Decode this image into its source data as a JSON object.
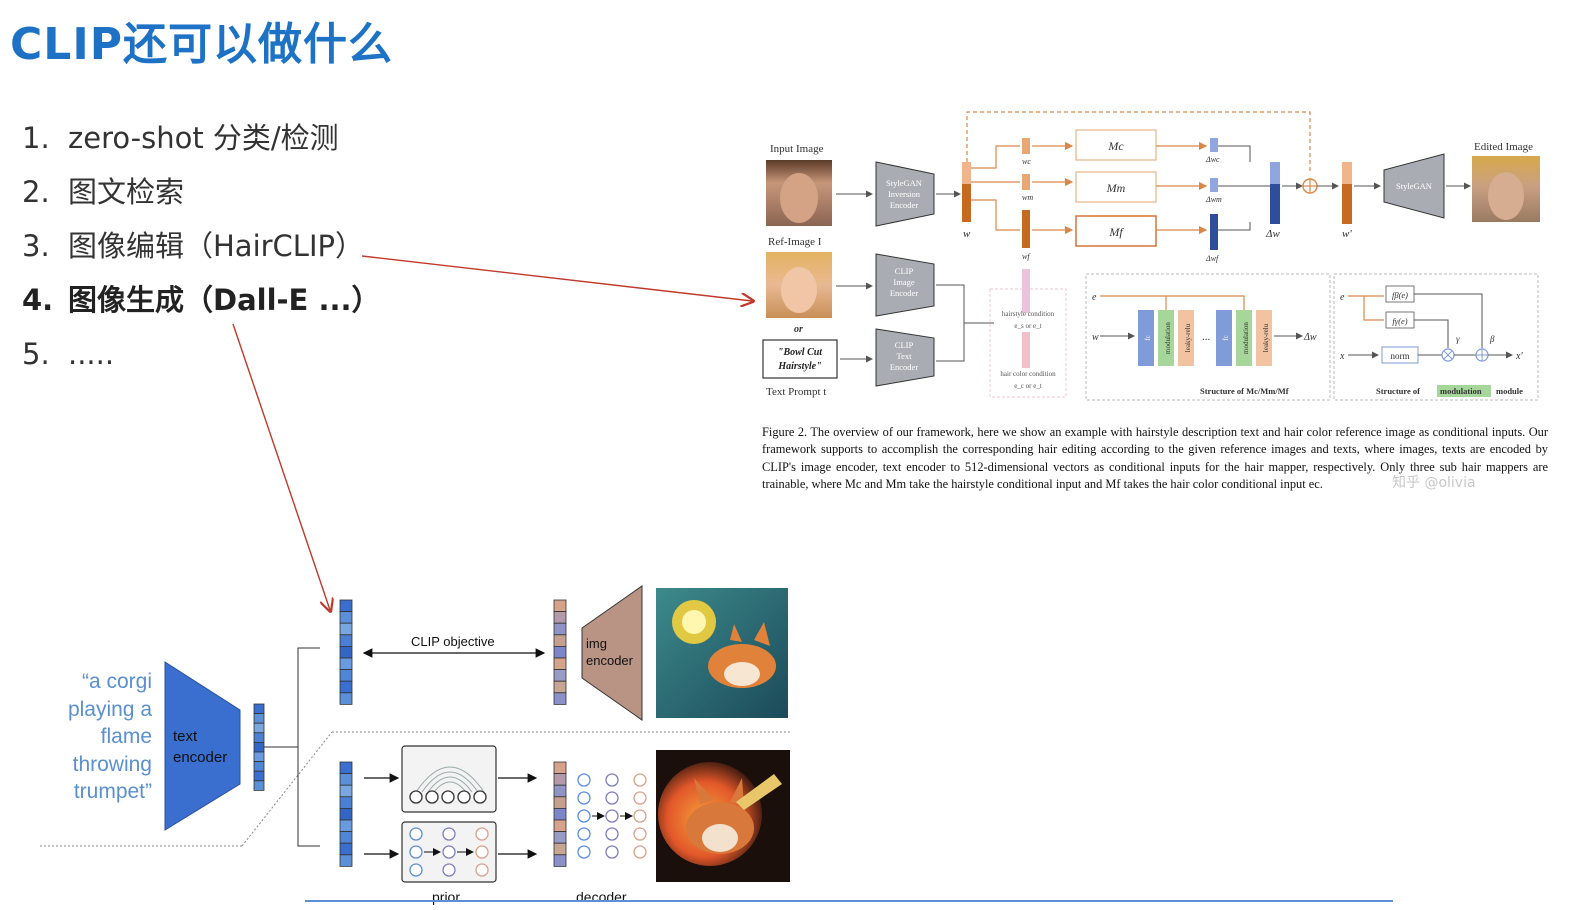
{
  "slide": {
    "title": "CLIP还可以做什么",
    "items": [
      {
        "num": "1.",
        "text": "zero-shot 分类/检测"
      },
      {
        "num": "2.",
        "text": "图文检索"
      },
      {
        "num": "3.",
        "text": "图像编辑（HairCLIP）"
      },
      {
        "num": "4.",
        "text": "图像生成（Dall-E ...）"
      },
      {
        "num": "5.",
        "text": "....."
      }
    ],
    "colors": {
      "title": "#1d72c6",
      "arrow": "#c0392b",
      "accent_blue": "#3a6fd0"
    }
  },
  "hairclip": {
    "input_image": "Input Image",
    "ref_image": "Ref-Image I",
    "or": "or",
    "text_prompt_1": "\"Bowl Cut",
    "text_prompt_2": "Hairstyle\"",
    "text_prompt_label": "Text Prompt t",
    "stylegan_inv_1": "StyleGAN",
    "stylegan_inv_2": "Inversion",
    "stylegan_inv_3": "Encoder",
    "clip_img_1": "CLIP",
    "clip_img_2": "Image",
    "clip_img_3": "Encoder",
    "clip_txt_1": "CLIP",
    "clip_txt_2": "Text",
    "clip_txt_3": "Encoder",
    "w": "w",
    "wc": "wc",
    "wm": "wm",
    "wf": "wf",
    "mc": "Mc",
    "mm": "Mm",
    "mf": "Mf",
    "dwc": "Δwc",
    "dwm": "Δwm",
    "dwf": "Δwf",
    "dw": "Δw",
    "wprime": "w'",
    "stylegan": "StyleGAN",
    "edited_image": "Edited Image",
    "hairstyle_cond": "hairstyle condition",
    "hairstyle_cond_2": "e_s or e_t",
    "haircolor_cond": "hair color condition",
    "haircolor_cond_2": "e_c or e_t",
    "struct_mapper": "Structure of  Mc/Mm/Mf",
    "struct_mod_pre": "Structure of",
    "struct_mod_hl": "modulation",
    "struct_mod_post": "module",
    "fc": "fc",
    "modulation": "modulation",
    "leaky": "leaky-relu",
    "dots": "...",
    "e": "e",
    "x": "x",
    "xprime": "x'",
    "norm": "norm",
    "fbeta": "fβ(e)",
    "fgamma": "fγ(e)",
    "gamma": "γ",
    "beta": "β",
    "caption": "Figure 2.  The overview of our framework, here we show an example with hairstyle description text and hair color reference image as conditional inputs. Our framework supports to accomplish the corresponding hair editing according to the given reference images and texts, where images, texts are encoded by CLIP's image encoder, text encoder to 512-dimensional vectors as conditional inputs for the hair mapper, respectively. Only three sub hair mappers are trainable, where Mc and Mm take the hairstyle conditional input and Mf takes the hair color conditional input ec.",
    "watermark": "知乎 @olivia"
  },
  "dalle": {
    "prompt": "“a corgi playing a flame throwing trumpet”",
    "text_encoder_1": "text",
    "text_encoder_2": "encoder",
    "clip_objective": "CLIP objective",
    "img_encoder_1": "img",
    "img_encoder_2": "encoder",
    "prior": "prior",
    "decoder": "decoder"
  }
}
